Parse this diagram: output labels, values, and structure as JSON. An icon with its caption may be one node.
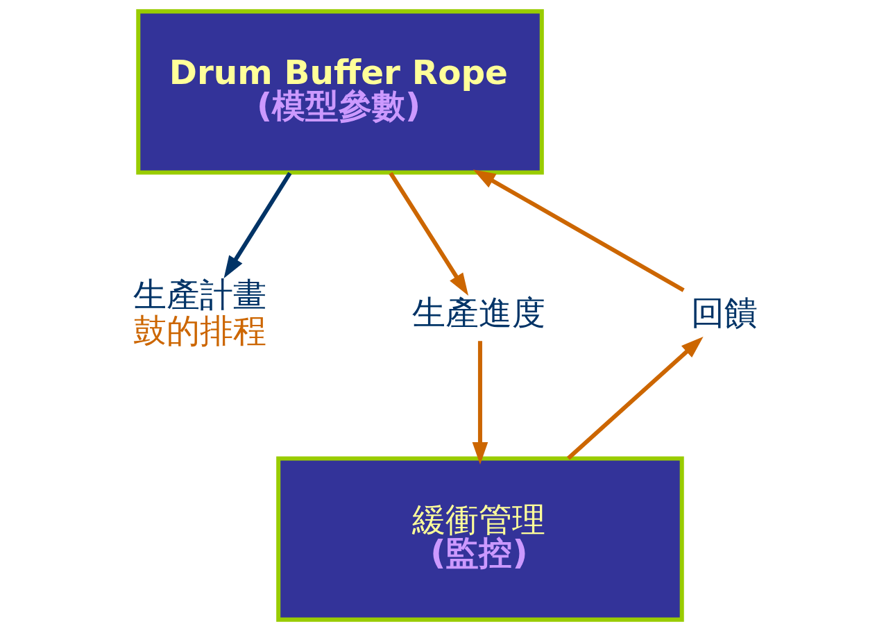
{
  "diagram": {
    "nodes": [
      {
        "text": [
          "Drum Buffer Rope",
          "(模型參數)"
        ]
      },
      {
        "text": [
          "生產計畫",
          "鼓的排程"
        ]
      },
      {
        "text": [
          "生產進度"
        ]
      },
      {
        "text": [
          "緩衝管理",
          "(監控)"
        ]
      },
      {
        "text": [
          "回饋"
        ]
      }
    ],
    "edges": [
      {
        "from": 0,
        "to": 1,
        "arrow": "to",
        "color": "#003366"
      },
      {
        "from": 0,
        "to": 2,
        "arrow": "to"
      },
      {
        "from": 2,
        "to": 3,
        "arrow": "to"
      },
      {
        "from": 3,
        "to": 4,
        "arrow": "to"
      },
      {
        "from": 4,
        "to": 0,
        "arrow": "to"
      }
    ]
  }
}
